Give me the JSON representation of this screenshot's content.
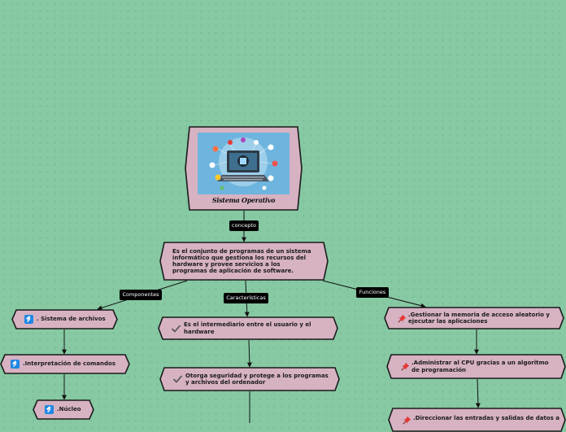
{
  "root": {
    "title": "Sistema Operativo",
    "image_icon": "computer-technology-illustration"
  },
  "links": {
    "concepto": "concepto",
    "componentes": "Componentes",
    "caracteristicas": "Características",
    "funciones": "Funciones"
  },
  "definition": {
    "text": "Es el conjunto de programas de un sistema informático que gestiona los recursos del hardware y provee servicios a los programas de aplicación de software."
  },
  "componentes": [
    {
      "text": ". Sistema de archivos",
      "icon": "hammer-icon"
    },
    {
      "text": ".Interpretación de comandos",
      "icon": "hammer-icon"
    },
    {
      "text": ".Núcleo",
      "icon": "hammer-icon"
    }
  ],
  "caracteristicas": [
    {
      "text": "Es el intermediario entre el usuario y el hardware",
      "icon": "check-icon"
    },
    {
      "text": "Otorga seguridad y protege a los programas y archivos del ordenador",
      "icon": "check-icon"
    }
  ],
  "funciones": [
    {
      "text": ".Gestionar la memoria de acceso aleatorio y ejecutar las aplicaciones",
      "icon": "pin-icon"
    },
    {
      "text": ".Administrar al CPU gracias a un algoritmo de programación",
      "icon": "pin-icon"
    },
    {
      "text": ".Direccionar las entradas y salidas de datos a",
      "icon": "pin-icon"
    }
  ],
  "colors": {
    "background": "#86c9a3",
    "node_fill": "#d6b2c2",
    "node_stroke": "#1b1b1b",
    "pill": "#000000",
    "hammer_icon_bg": "#1e88e5",
    "pin_icon": "#e53935"
  }
}
